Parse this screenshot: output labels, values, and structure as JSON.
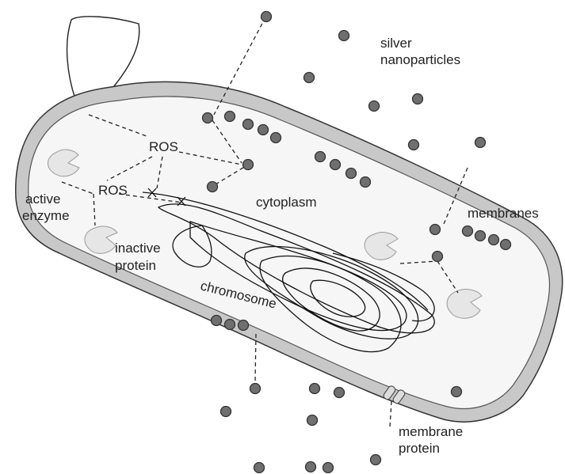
{
  "labels": {
    "silver_line1": "silver",
    "silver_line2": "nanoparticles",
    "ros_1": "ROS",
    "ros_2": "ROS",
    "active_line1": "active",
    "active_line2": "enzyme",
    "inactive_line1": "inactive",
    "inactive_line2": "protein",
    "cytoplasm": "cytoplasm",
    "chromosome": "chromosome",
    "membranes": "membranes",
    "membrane_protein_line1": "membrane",
    "membrane_protein_line2": "protein"
  },
  "colors": {
    "nanoparticle": "#6f6f6f",
    "membrane_outer": "#c8c8c8",
    "membrane_inner": "#f6f6f6",
    "outline": "#333333"
  }
}
